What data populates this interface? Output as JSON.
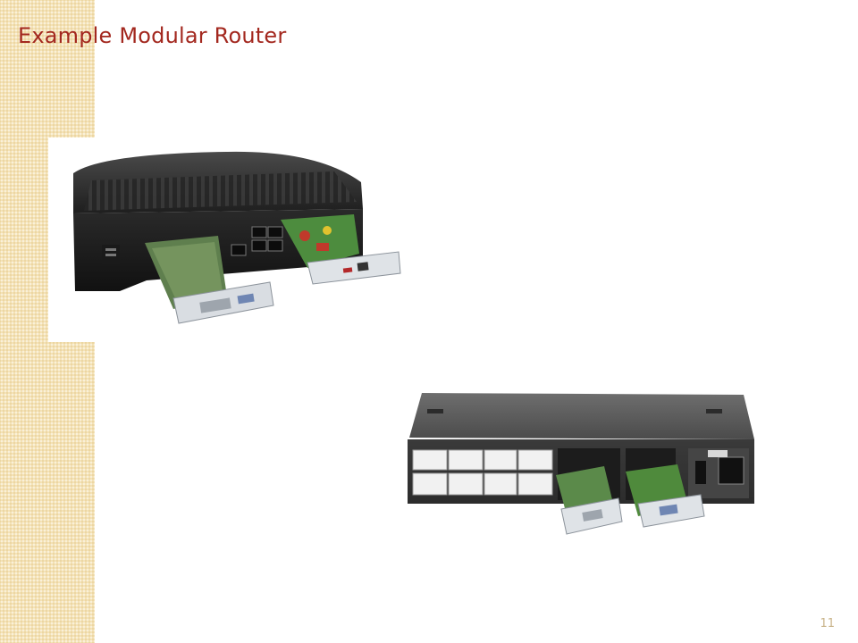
{
  "slide": {
    "title": "Example Modular Router",
    "page_number": "11"
  },
  "photos": [
    {
      "name": "desktop-modular-router-photo"
    },
    {
      "name": "rack-modular-router-photo"
    }
  ]
}
